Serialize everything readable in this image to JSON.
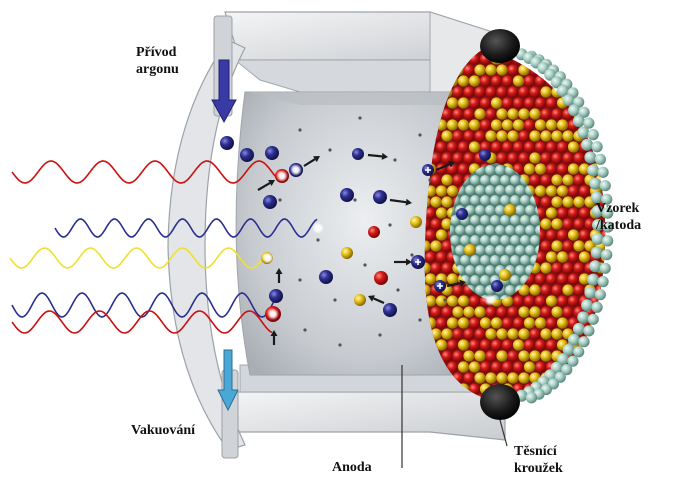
{
  "labels": {
    "argon_line1": "Přívod",
    "argon_line2": "argonu",
    "sample_line1": "Vzorek",
    "sample_line2": "/katoda",
    "vacuum": "Vakuování",
    "anode": "Anoda",
    "seal_line1": "Těsnící",
    "seal_line2": "kroužek"
  },
  "colors": {
    "argon_atom": "#2e2f8f",
    "sputtered_red": "#d41a1a",
    "sputtered_yellow": "#e8c21a",
    "sample_teal": "#a9cfc4",
    "wave_red": "#cc1111",
    "wave_blue": "#2a2f8f",
    "wave_yellow": "#f0e030",
    "inlet_arrow": "#3a3aa6",
    "vacuum_arrow": "#4aa7d6",
    "metal": "#d8dadd",
    "seal_ring": "#1a1a1a"
  },
  "icons": {
    "inlet": "arrow-down-icon",
    "vacuum": "arrow-down-icon",
    "ion": "plus-icon"
  }
}
